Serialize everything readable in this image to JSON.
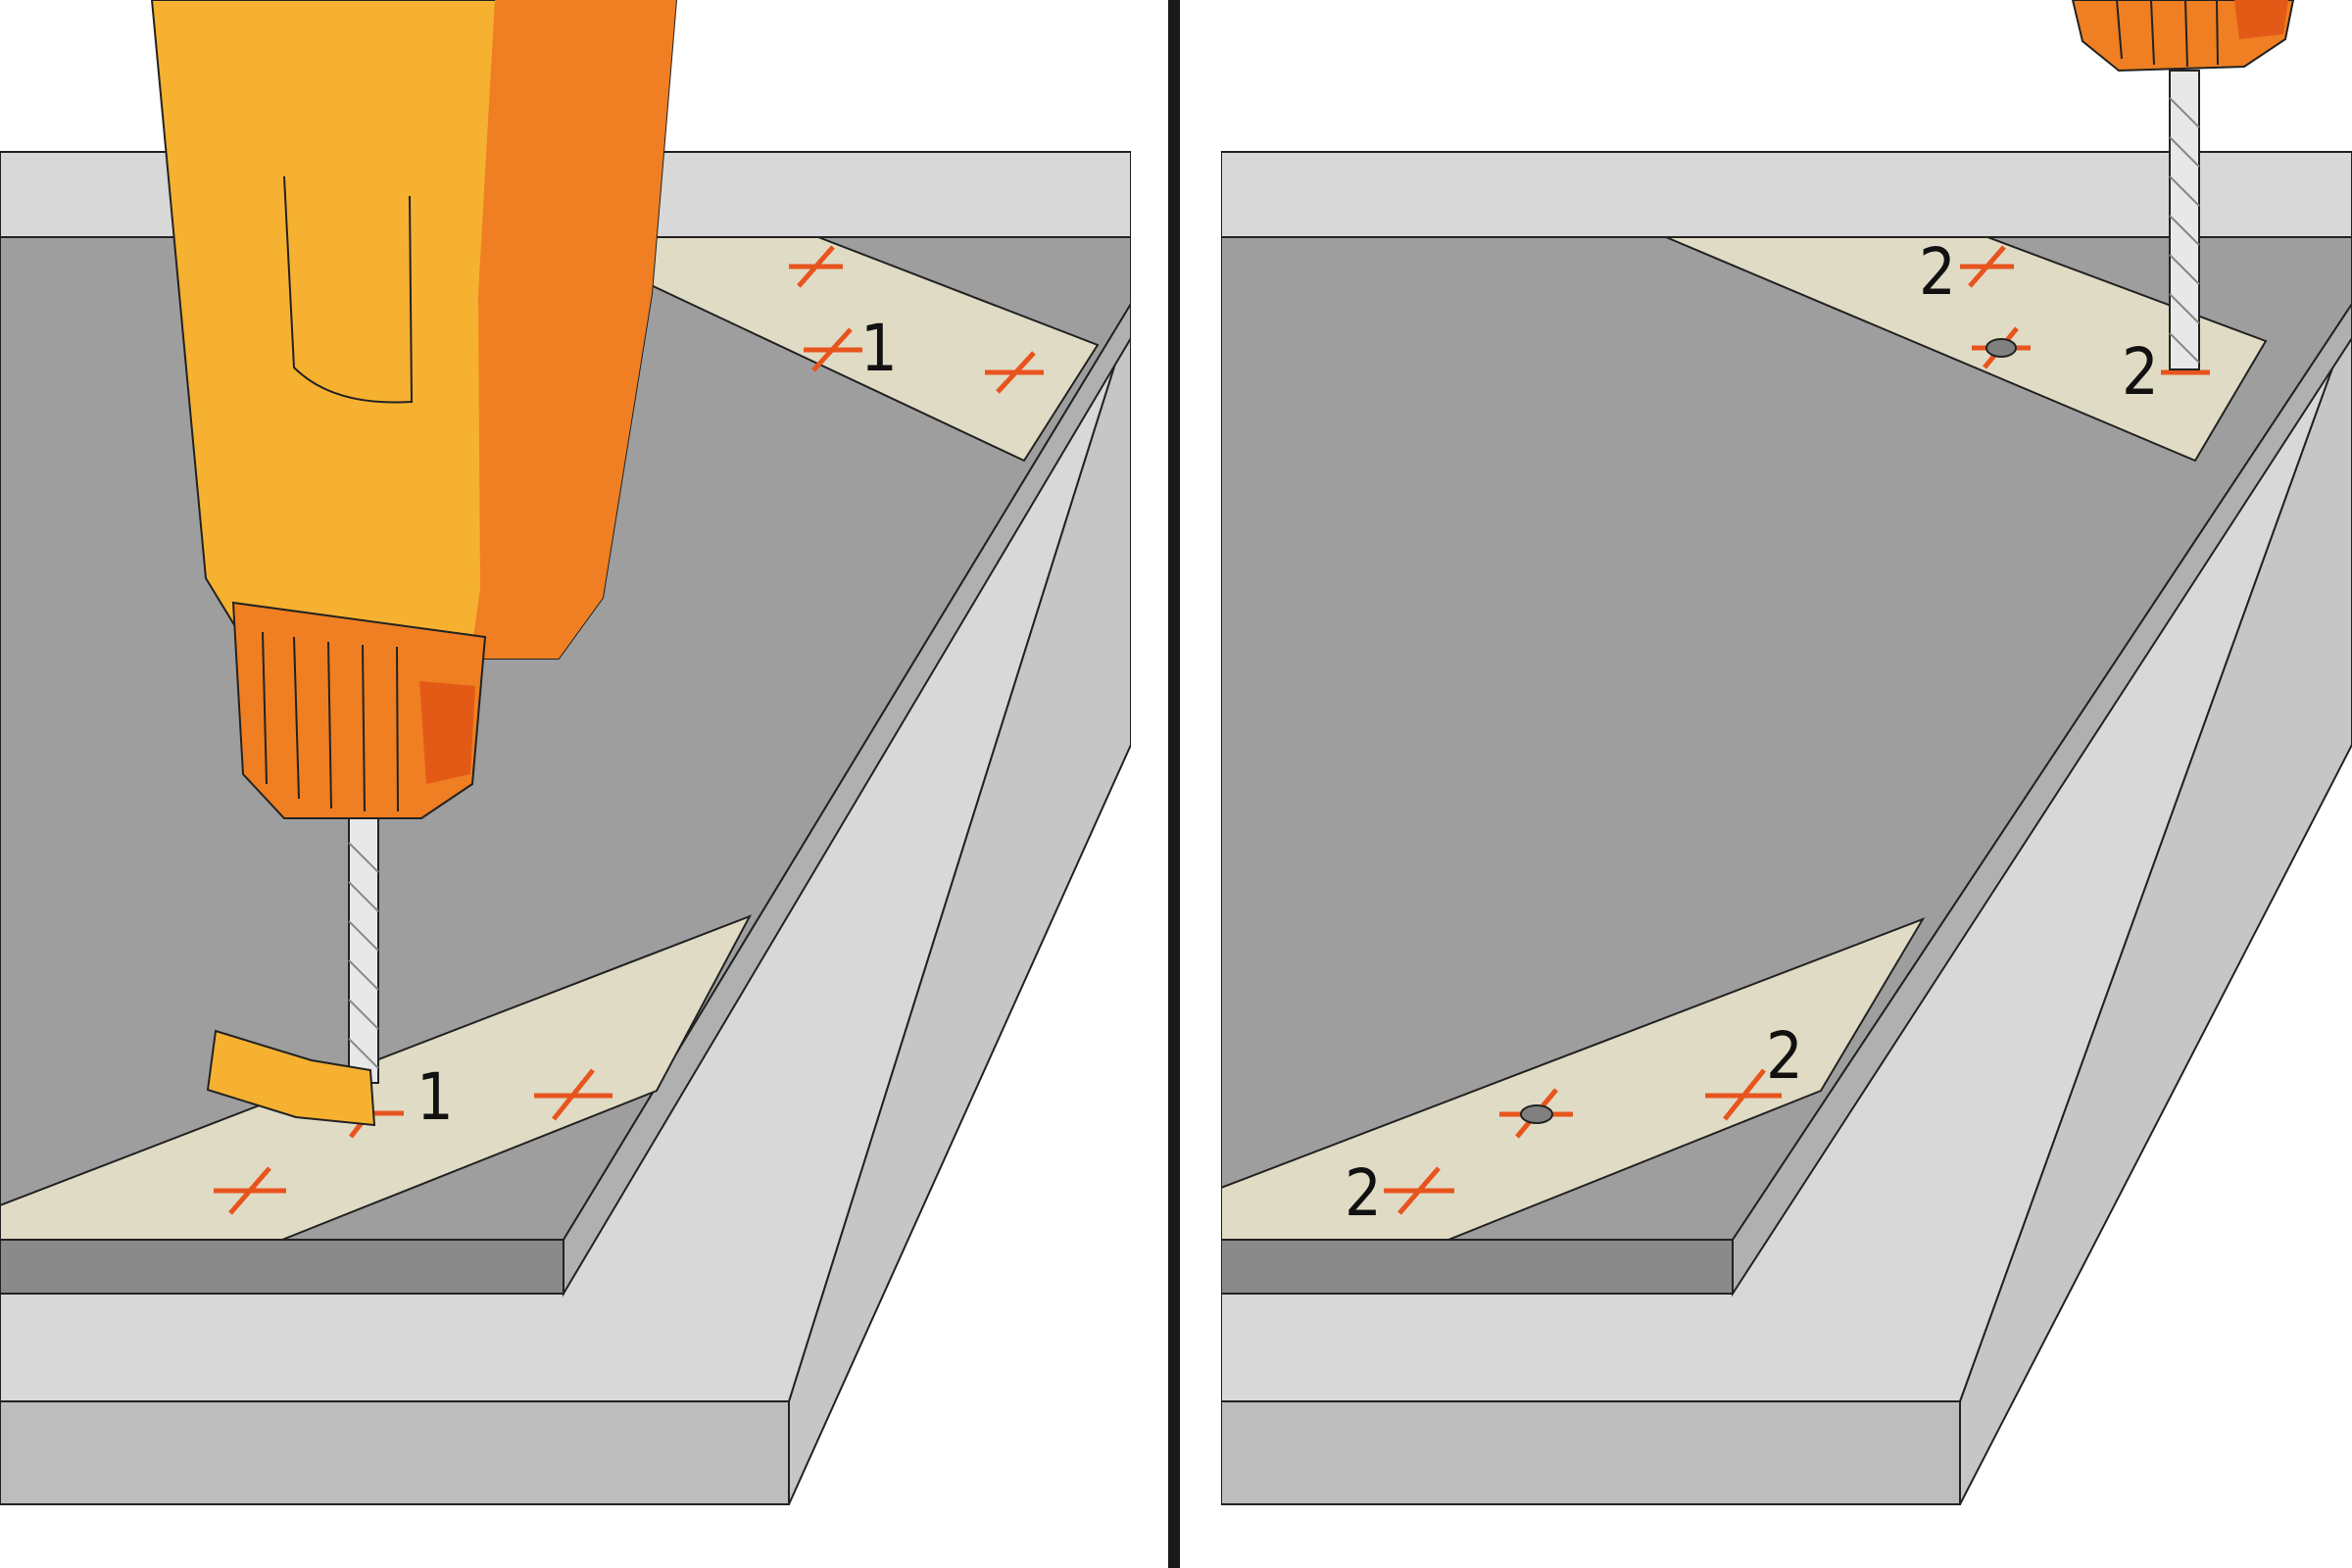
{
  "colors": {
    "background": "#ffffff",
    "frame_light": "#d8d8d8",
    "frame_mid": "#c6c6c6",
    "frame_dark": "#bdbdbd",
    "slab": "#9e9e9e",
    "slab_edge": "#8a8a8a",
    "tape": "#e0dbc4",
    "mark": "#e8541e",
    "drill_yellow": "#f6b131",
    "drill_orange": "#ef7f22",
    "drill_red": "#e35a17",
    "divider": "#1a1a1a"
  },
  "panels": [
    {
      "step": "1",
      "labels": [
        {
          "text": "1"
        },
        {
          "text": "1"
        }
      ],
      "drill": {
        "has_tape_flag": true
      }
    },
    {
      "step": "2",
      "labels": [
        {
          "text": "2"
        },
        {
          "text": "2"
        },
        {
          "text": "2"
        },
        {
          "text": "2"
        }
      ],
      "drill": {
        "has_tape_flag": false
      }
    }
  ]
}
